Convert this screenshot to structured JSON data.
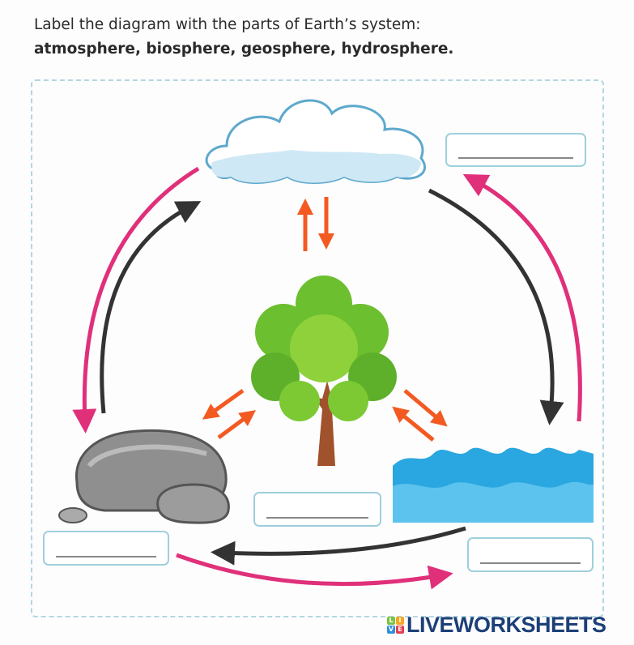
{
  "instructions": {
    "line1": "Label the diagram with the parts of Earth’s system:",
    "line2": "atmosphere, biosphere, geosphere, hydrosphere."
  },
  "answers": [
    {
      "id": "cloud-label",
      "value": ""
    },
    {
      "id": "tree-label",
      "value": ""
    },
    {
      "id": "rock-label",
      "value": ""
    },
    {
      "id": "water-label",
      "value": ""
    }
  ],
  "logo": {
    "text": "LIVEWORKSHEETS",
    "cube": [
      "L",
      "I",
      "V",
      "E"
    ]
  },
  "colors": {
    "pink": "#e0307a",
    "dark": "#333333",
    "orange": "#f25a22",
    "water": "#2aa7e0",
    "frame": "#b3d6e2"
  }
}
